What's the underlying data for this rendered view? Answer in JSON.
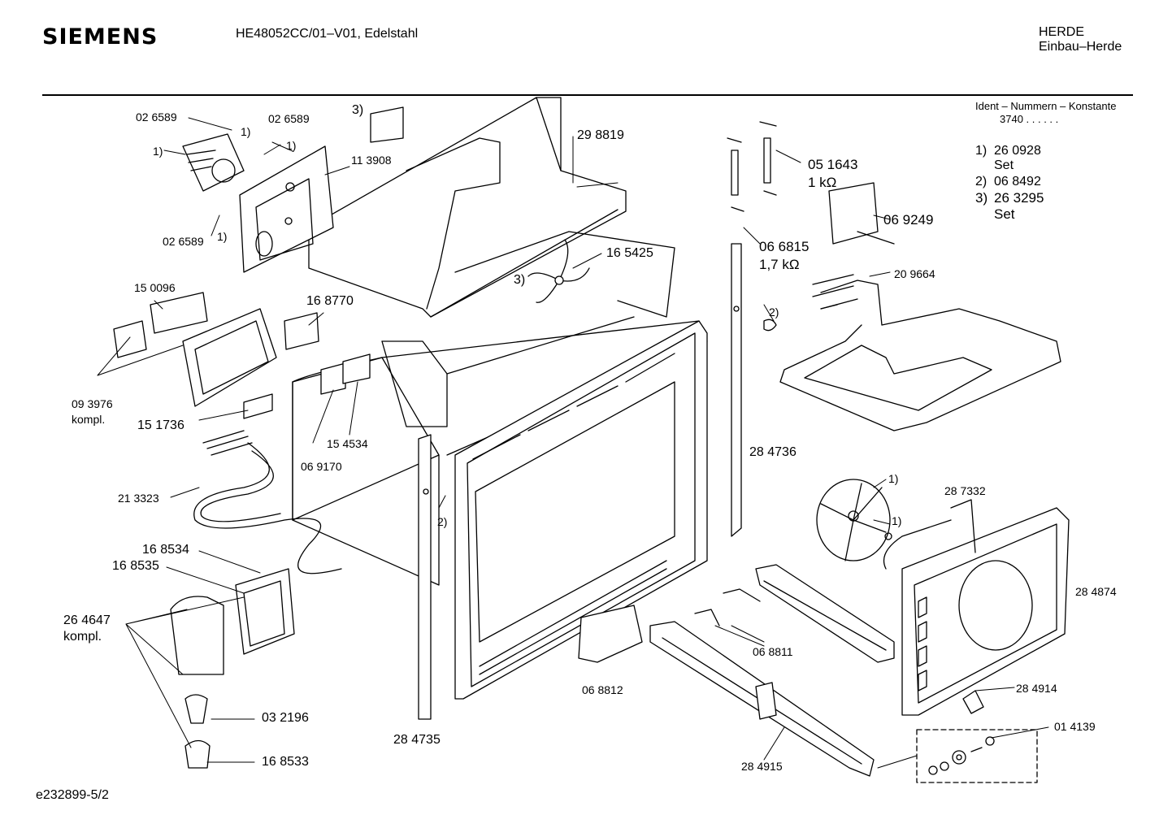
{
  "header": {
    "brand": "SIEMENS",
    "model": "HE48052CC/01–V01, Edelstahl",
    "category": "HERDE",
    "subcategory": "Einbau–Herde"
  },
  "ident": {
    "title": "Ident – Nummern – Konstante",
    "constant": "3740  .  .  .  .  .  ."
  },
  "legend": [
    {
      "key": "1)",
      "number": "26 0928",
      "note": "Set"
    },
    {
      "key": "2)",
      "number": "06 8492",
      "note": ""
    },
    {
      "key": "3)",
      "number": "26 3295",
      "note": "Set"
    }
  ],
  "parts": {
    "p026589_a": "02 6589",
    "p026589_b": "02 6589",
    "p026589_c": "02 6589",
    "p113908": "11 3908",
    "p298819": "29 8819",
    "p165425": "16 5425",
    "p168770": "16 8770",
    "p150096": "15 0096",
    "p093976": "09 3976",
    "kompl_a": "kompl.",
    "p151736": "15 1736",
    "p154534": "15 4534",
    "p069170": "06 9170",
    "p213323": "21 3323",
    "p168534": "16 8534",
    "p168535": "16 8535",
    "p264647": "26 4647",
    "kompl_b": "kompl.",
    "p032196": "03 2196",
    "p168533": "16 8533",
    "p284735": "28 4735",
    "p068812": "06 8812",
    "p284915": "28 4915",
    "p068811": "06 8811",
    "p284736": "28 4736",
    "p051643": "05 1643",
    "r1k": "1 kΩ",
    "p069249": "06 9249",
    "p066815": "06 6815",
    "r17k": "1,7 kΩ",
    "p209664": "20 9664",
    "p287332": "28 7332",
    "p284874": "28 4874",
    "p284914": "28 4914",
    "p014139": "01 4139"
  },
  "refs": {
    "r1_a": "1)",
    "r1_b": "1)",
    "r1_c": "1)",
    "r1_d": "1)",
    "r1_e": "1)",
    "r1_f": "1)",
    "r2_a": "2)",
    "r2_b": "2)",
    "r3_a": "3)",
    "r3_b": "3)"
  },
  "footer": {
    "drawing_id": "e232899-5/2"
  }
}
